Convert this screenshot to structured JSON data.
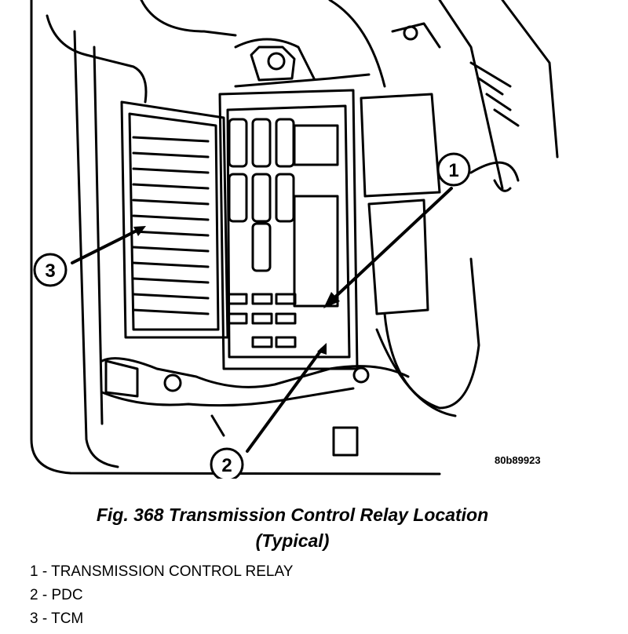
{
  "figure": {
    "image_code": "80b89923",
    "caption_line1": "Fig. 368 Transmission Control Relay Location",
    "caption_line2": "(Typical)"
  },
  "callouts": [
    {
      "number": "1"
    },
    {
      "number": "2"
    },
    {
      "number": "3"
    }
  ],
  "legend": [
    {
      "text": "1 - TRANSMISSION CONTROL RELAY"
    },
    {
      "text": "2 - PDC"
    },
    {
      "text": "3 - TCM"
    }
  ]
}
